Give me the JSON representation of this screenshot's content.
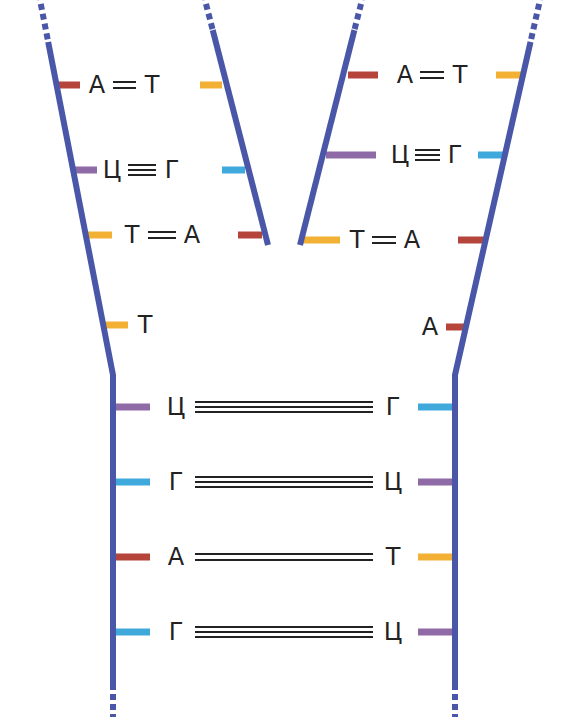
{
  "diagram": {
    "labels": [
      "А",
      "Т",
      "А",
      "Т",
      "Ц",
      "Г",
      "Ц",
      "Г",
      "Т",
      "А",
      "Т",
      "А",
      "Т",
      "А",
      "Ц",
      "Г",
      "Г",
      "Ц",
      "А",
      "Т",
      "Г",
      "Ц"
    ]
  }
}
